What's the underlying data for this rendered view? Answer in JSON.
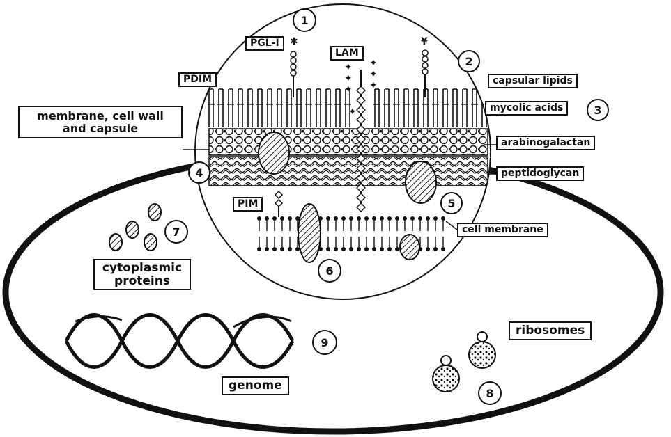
{
  "labels": {
    "pgl1": "PGL-I",
    "lam": "LAM",
    "pdim": "PDIM",
    "capsular_lipids": "capsular lipids",
    "mycolic_acids": "mycolic acids",
    "arabinogalactan": "arabinogalactan",
    "peptidoglycan": "peptidoglycan",
    "pim": "PIM",
    "cell_membrane": "cell membrane",
    "membrane_wall_capsule_line1": "membrane, cell wall",
    "membrane_wall_capsule_line2": "and capsule",
    "cytoplasmic_proteins_line1": "cytoplasmic",
    "cytoplasmic_proteins_line2": "proteins",
    "genome": "genome",
    "ribosomes": "ribosomes"
  },
  "numbers": {
    "n1": "1",
    "n2": "2",
    "n3": "3",
    "n4": "4",
    "n5": "5",
    "n6": "6",
    "n7": "7",
    "n8": "8",
    "n9": "9"
  },
  "colors": {
    "ink": "#111111",
    "paper": "#ffffff"
  }
}
